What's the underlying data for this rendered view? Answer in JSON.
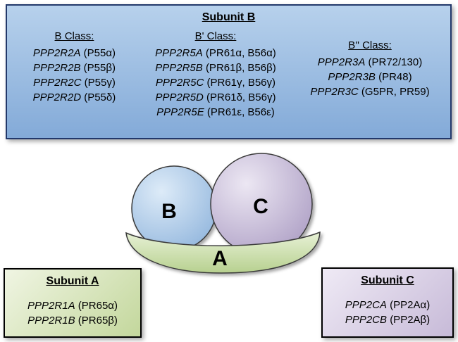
{
  "subunit_b": {
    "title": "Subunit B",
    "b_class": {
      "header": "B Class:",
      "items": [
        {
          "gene": "PPP2R2A",
          "alias": "(P55α)"
        },
        {
          "gene": "PPP2R2B",
          "alias": "(P55β)"
        },
        {
          "gene": "PPP2R2C",
          "alias": "(P55γ)"
        },
        {
          "gene": "PPP2R2D",
          "alias": "(P55δ)"
        }
      ]
    },
    "b_prime_class": {
      "header": "B' Class:",
      "items": [
        {
          "gene": "PPP2R5A",
          "alias": "(PR61α, B56α)"
        },
        {
          "gene": "PPP2R5B",
          "alias": "(PR61β, B56β)"
        },
        {
          "gene": "PPP2R5C",
          "alias": "(PR61γ, B56γ)"
        },
        {
          "gene": "PPP2R5D",
          "alias": "(PR61δ, B56γ)"
        },
        {
          "gene": "PPP2R5E",
          "alias": "(PR61ε, B56ε)"
        }
      ]
    },
    "b_doubleprime_class": {
      "header": "B'' Class:",
      "items": [
        {
          "gene": "PPP2R3A",
          "alias": "(PR72/130)"
        },
        {
          "gene": "PPP2R3B",
          "alias": "(PR48)"
        },
        {
          "gene": "PPP2R3C",
          "alias": "(G5PR, PR59)"
        }
      ]
    }
  },
  "diagram": {
    "subunit_b_label": "B",
    "subunit_c_label": "C",
    "subunit_a_label": "A"
  },
  "subunit_a": {
    "title": "Subunit A",
    "items": [
      {
        "gene": "PPP2R1A",
        "alias": "(PR65α)"
      },
      {
        "gene": "PPP2R1B",
        "alias": "(PR65β)"
      }
    ]
  },
  "subunit_c": {
    "title": "Subunit C",
    "items": [
      {
        "gene": "PPP2CA",
        "alias": "(PP2Aα)"
      },
      {
        "gene": "PPP2CB",
        "alias": "(PP2Aβ)"
      }
    ]
  },
  "colors": {
    "subunit_b_box_top": "#b7d1ec",
    "subunit_b_box_bottom": "#83aad8",
    "subunit_a_box_light": "#f0f5e3",
    "subunit_a_box_dark": "#c3d79c",
    "subunit_c_box_light": "#efeaf5",
    "subunit_c_box_dark": "#c7bad8",
    "circle_b_fill": "#a9c8e8",
    "circle_c_fill": "#c0b0d3",
    "crescent_a_fill": "#cfe0ac"
  }
}
